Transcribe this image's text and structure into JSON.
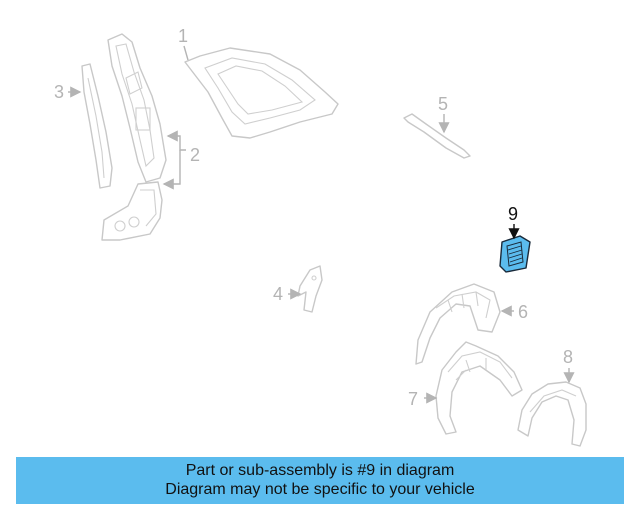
{
  "callouts": {
    "c1": "1",
    "c2": "2",
    "c3": "3",
    "c4": "4",
    "c5": "5",
    "c6": "6",
    "c7": "7",
    "c8": "8",
    "c9": "9"
  },
  "highlight_color": "#5bbcee",
  "banner": {
    "line1": "Part or sub-assembly is #9 in diagram",
    "line2": "Diagram may not be specific to your vehicle"
  }
}
